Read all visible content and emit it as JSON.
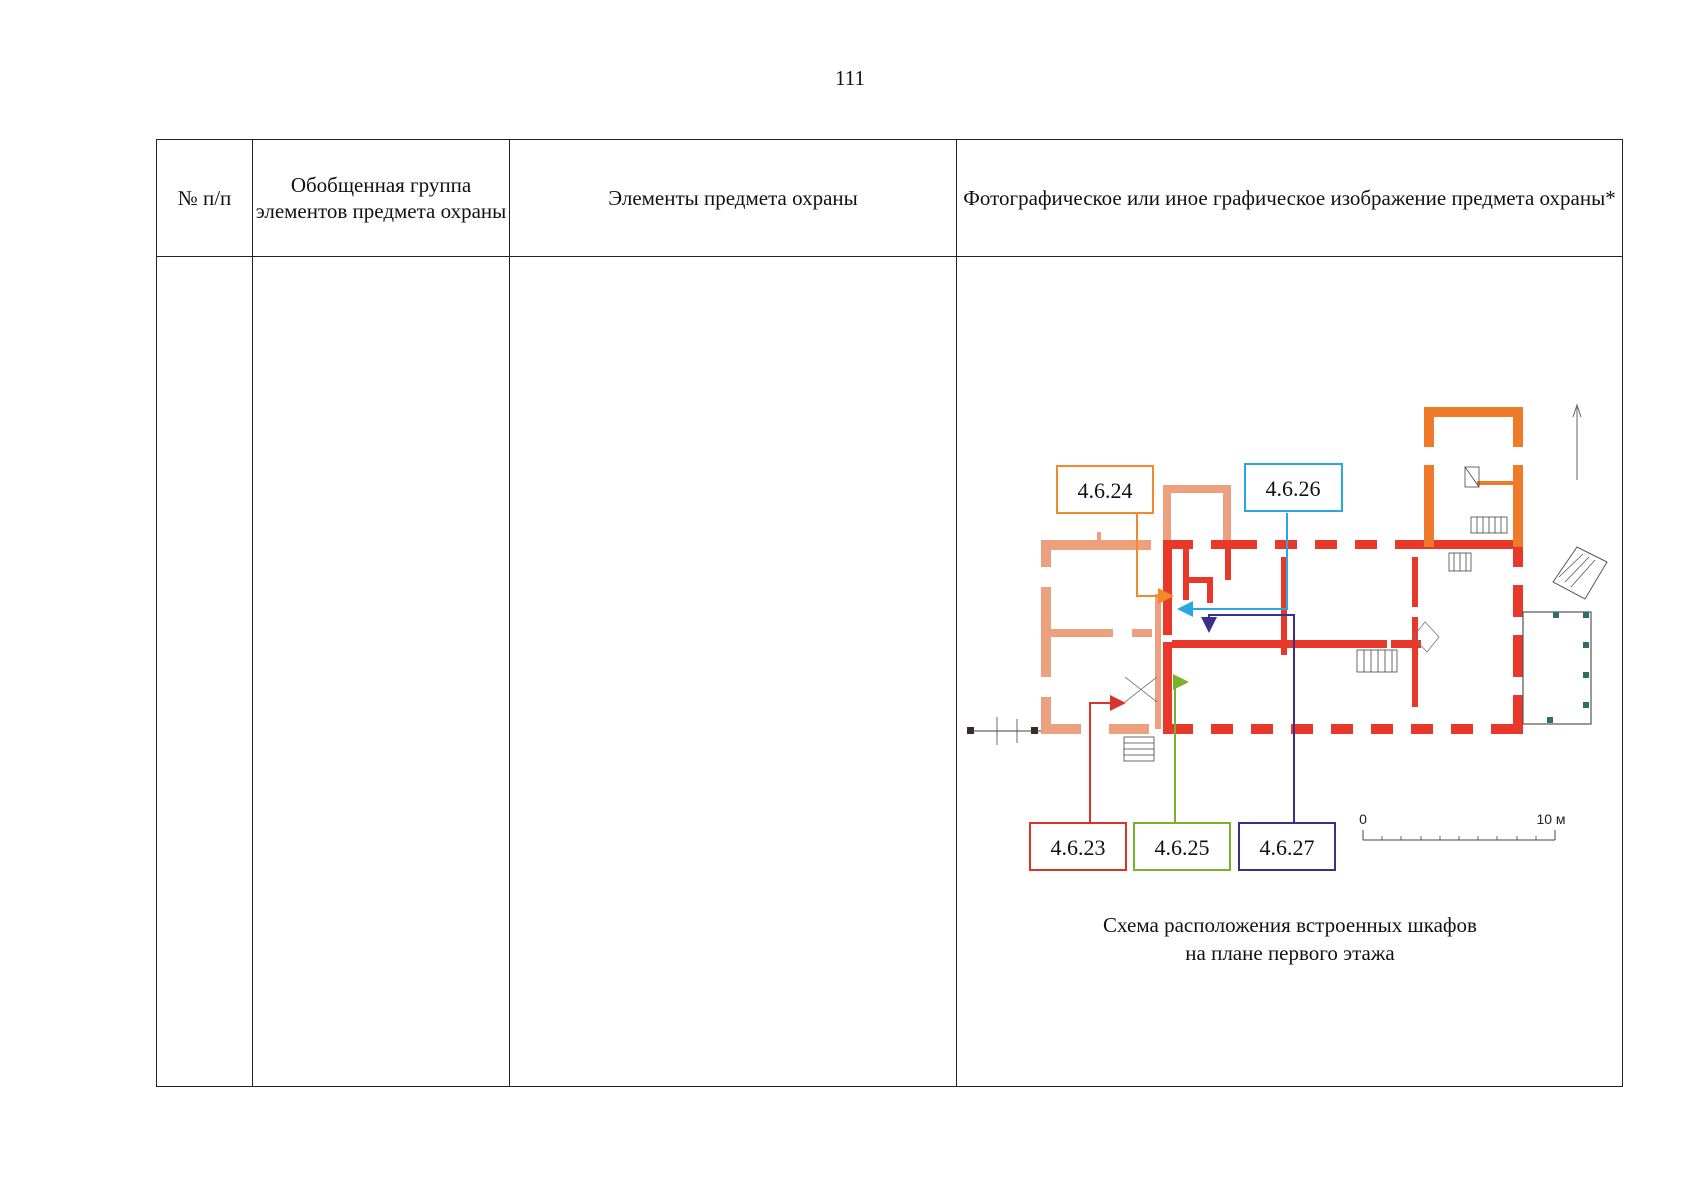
{
  "page": {
    "number": "111"
  },
  "table": {
    "headers": [
      "№ п/п",
      "Обобщенная группа элементов предмета охраны",
      "Элементы предмета охраны",
      "Фотографическое или иное графическое изображение предмета охраны*"
    ]
  },
  "figure": {
    "callouts": [
      {
        "label": "4.6.24",
        "color": "#f28a2b"
      },
      {
        "label": "4.6.26",
        "color": "#2aa6e0"
      },
      {
        "label": "4.6.23",
        "color": "#d9342b"
      },
      {
        "label": "4.6.25",
        "color": "#7bb02a"
      },
      {
        "label": "4.6.27",
        "color": "#3a2f8a"
      }
    ],
    "scale": {
      "start": "0",
      "end": "10 м"
    },
    "caption_line1": "Схема расположения встроенных шкафов",
    "caption_line2": "на плане первого этажа"
  },
  "colors": {
    "wall_red": "#e8382a",
    "wall_orange": "#ee7a2a",
    "wall_salmon": "#eda07d"
  }
}
